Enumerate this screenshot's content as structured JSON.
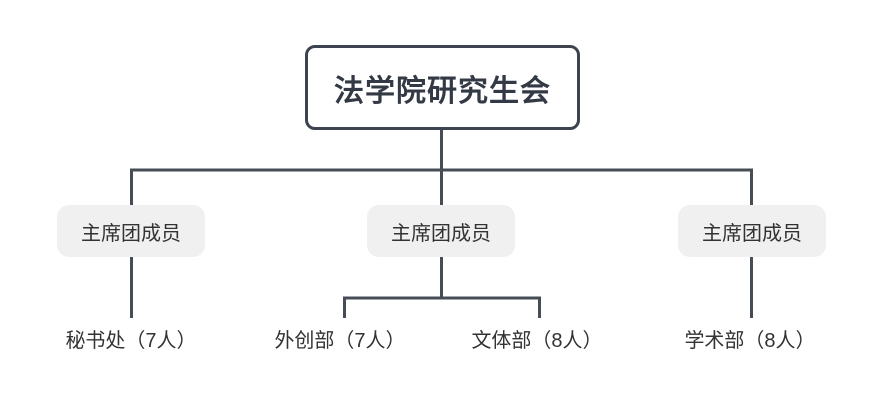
{
  "diagram": {
    "title": "法学院研究生会",
    "root": {
      "label": "法学院研究生会"
    },
    "branches": [
      {
        "label": "主席团成员",
        "children": [
          {
            "label": "秘书处（7人）"
          }
        ]
      },
      {
        "label": "主席团成员",
        "children": [
          {
            "label": "外创部（7人）"
          },
          {
            "label": "文体部（8人）"
          }
        ]
      },
      {
        "label": "主席团成员",
        "children": [
          {
            "label": "学术部（8人）"
          }
        ]
      }
    ]
  },
  "colors": {
    "root_border": "#3d4450",
    "root_text": "#333a45",
    "connector_line": "#474d55",
    "branch_background": "#f0f0f0",
    "node_text": "#333333",
    "page_background": "#ffffff"
  }
}
